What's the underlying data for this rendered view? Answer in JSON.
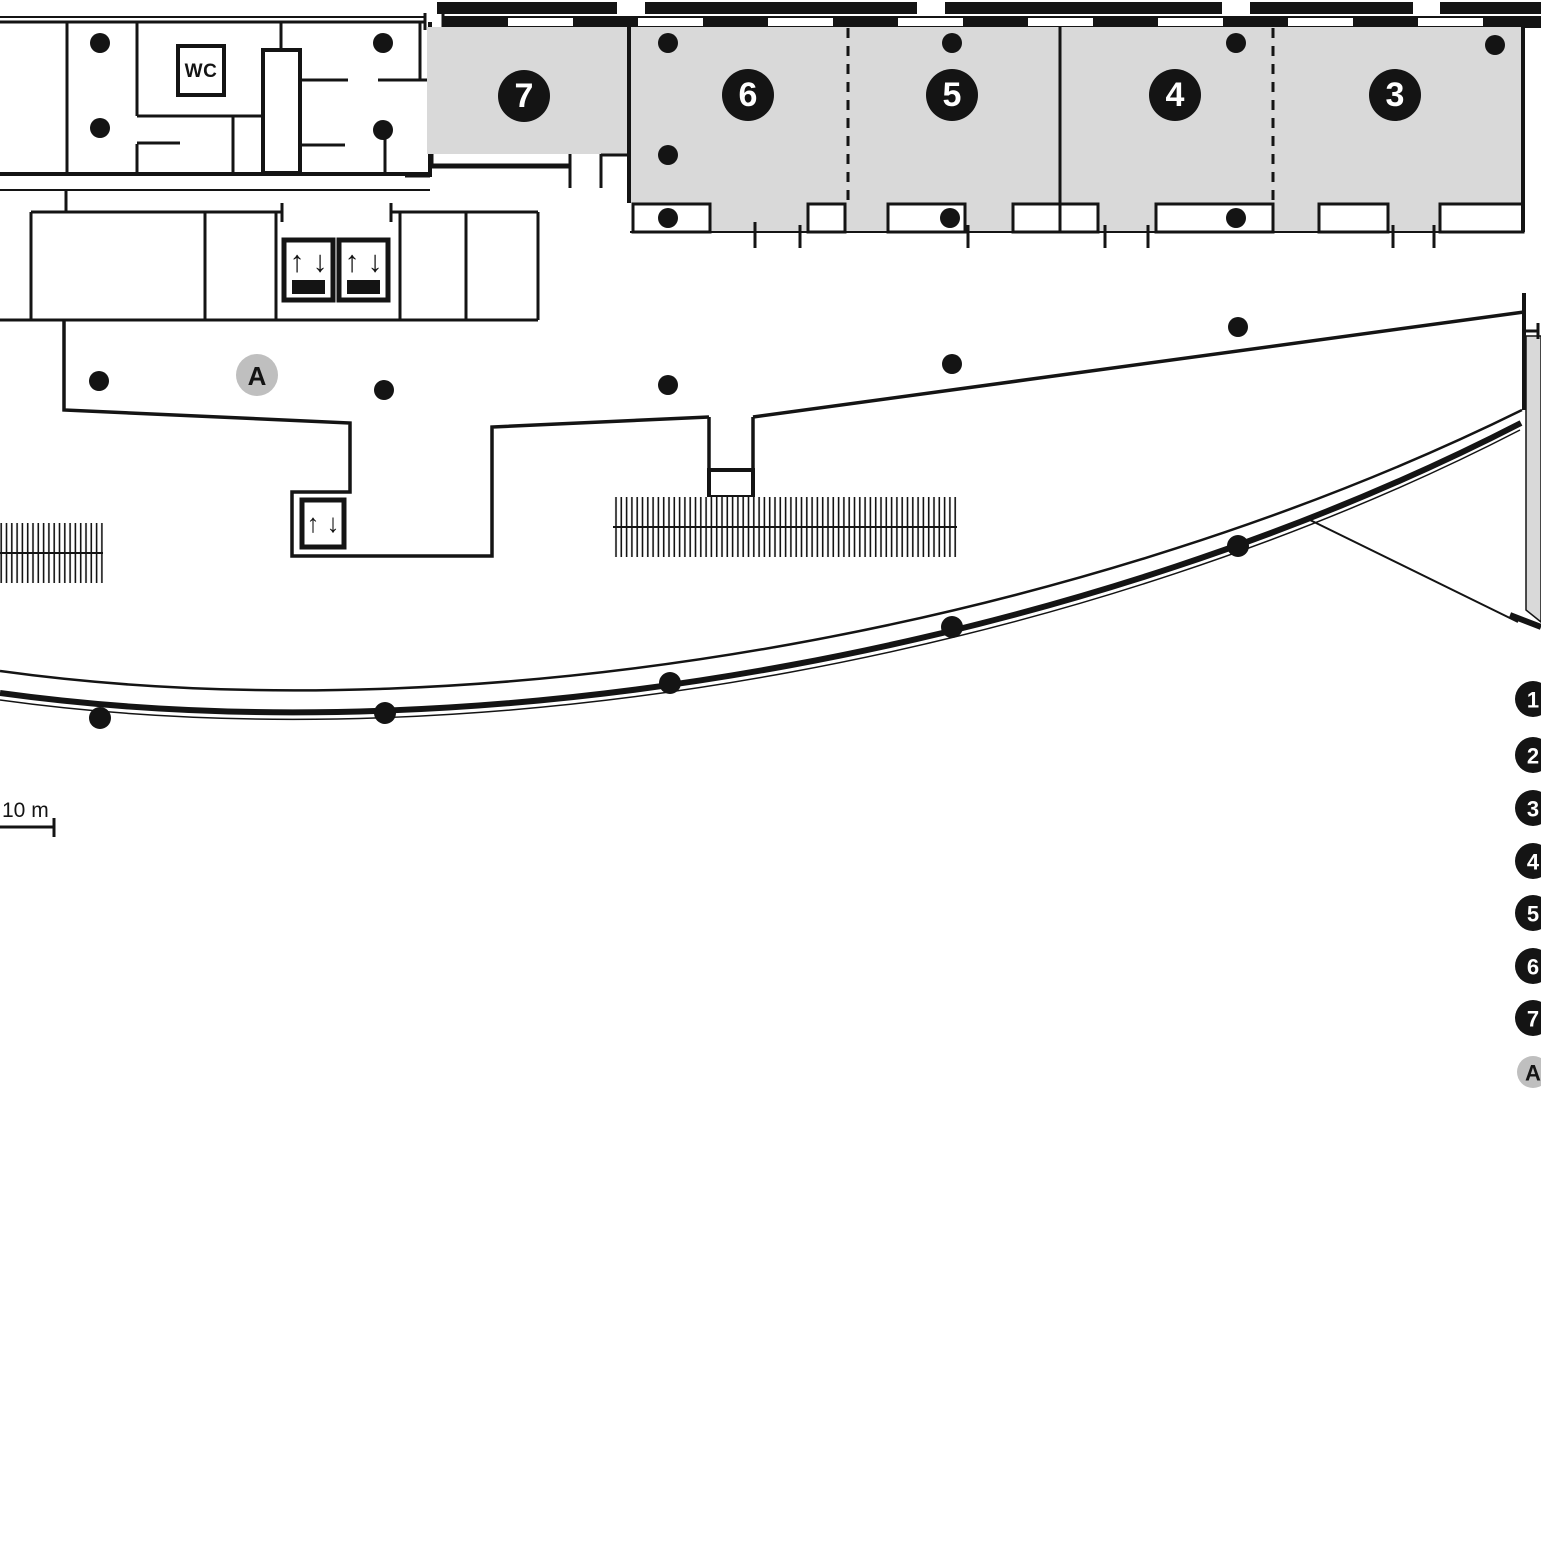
{
  "plan": {
    "wc_label": "WC",
    "scale_label": "10 m",
    "marker_a": "A",
    "elevator": {
      "up": "↑",
      "down": "↓"
    },
    "rooms": [
      {
        "num": "7"
      },
      {
        "num": "6"
      },
      {
        "num": "5"
      },
      {
        "num": "4"
      },
      {
        "num": "3"
      }
    ],
    "legend": [
      {
        "label": "1"
      },
      {
        "label": "2"
      },
      {
        "label": "3"
      },
      {
        "label": "4"
      },
      {
        "label": "5"
      },
      {
        "label": "6"
      },
      {
        "label": "7"
      },
      {
        "label": "A"
      }
    ],
    "colors": {
      "room_fill": "#d9d9d9",
      "wall": "#141414",
      "marker_fill": "#bfbfbf",
      "badge_fill": "#141414",
      "badge_text": "#ffffff"
    }
  }
}
